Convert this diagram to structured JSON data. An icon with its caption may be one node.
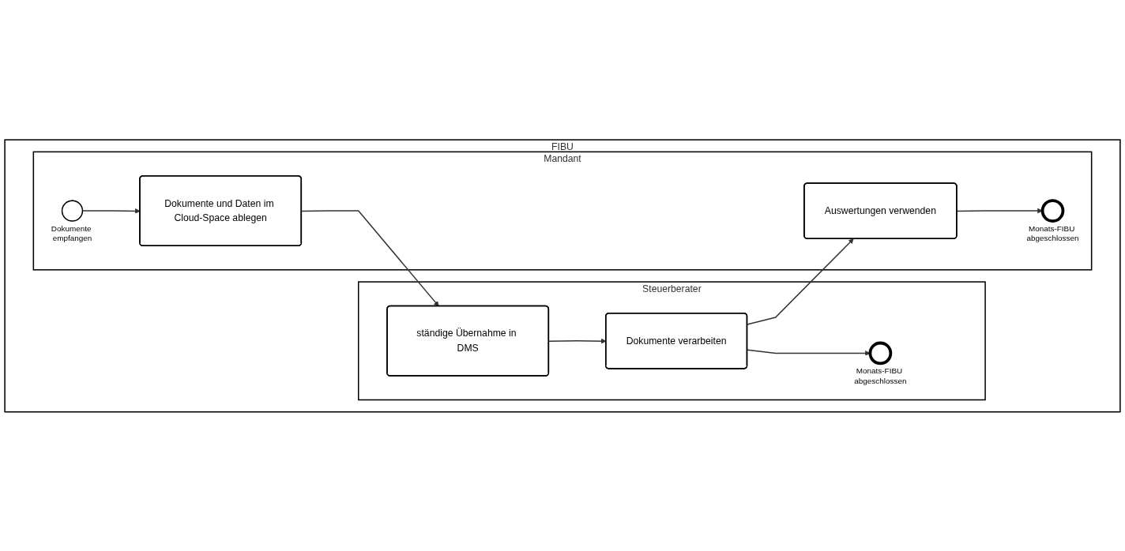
{
  "diagram": {
    "nodes": [
      {
        "text": [
          "FIBU"
        ]
      },
      {
        "text": [
          "Steuerberater"
        ],
        "in": 0
      },
      {
        "text": [
          "Mandant"
        ],
        "in": 0
      },
      {
        "text": [
          "ständige Übernahme in DMS"
        ],
        "in": 1
      },
      {
        "text": [
          "Dokumente verarbeiten"
        ],
        "in": 1
      },
      {
        "text": [],
        "shape": "circle",
        "beside": [
          "Monats-FIBU abgeschlossen"
        ],
        "in": 1
      },
      {
        "text": [],
        "shape": "circle",
        "beside": [
          "Dokumente empfangen"
        ],
        "in": 2
      },
      {
        "text": [
          "Dokumente und Daten im Cloud-Space ablegen"
        ],
        "in": 2
      },
      {
        "text": [
          "Auswertungen verwenden"
        ],
        "in": 2
      },
      {
        "text": [],
        "shape": "circle",
        "beside": [
          "Monats-FIBU abgeschlossen"
        ],
        "in": 2
      }
    ],
    "edges": [
      {
        "from": 6,
        "to": 7,
        "arrow": "to"
      },
      {
        "from": 7,
        "to": 3,
        "arrow": "to"
      },
      {
        "from": 3,
        "to": 4,
        "arrow": "to"
      },
      {
        "from": 4,
        "to": 5,
        "arrow": "to"
      },
      {
        "from": 4,
        "to": 8,
        "arrow": "to"
      },
      {
        "from": 8,
        "to": 9,
        "arrow": "to"
      }
    ]
  }
}
